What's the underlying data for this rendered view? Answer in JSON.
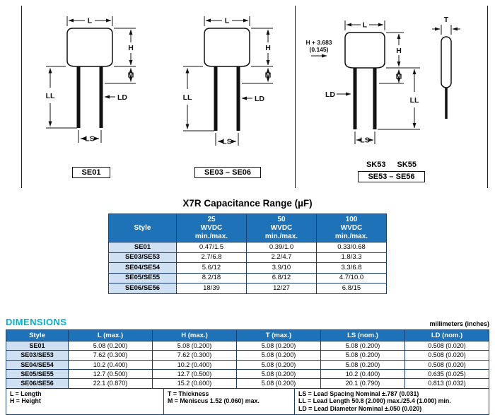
{
  "colors": {
    "header_blue": "#1d72b8",
    "row_blue": "#cfe0f2",
    "grid_navy": "#1b3e6f",
    "accent_cyan": "#00b0cf"
  },
  "diagrams": {
    "se01": {
      "caption": "SE01",
      "dim_l": "L",
      "dim_h": "H",
      "dim_m": "M",
      "dim_ll": "LL",
      "dim_ld": "LD",
      "dim_ls": "LS"
    },
    "se03_se06": {
      "caption": "SE03 – SE06",
      "dim_l": "L",
      "dim_h": "H",
      "dim_m": "M",
      "dim_ll": "LL",
      "dim_ld": "LD",
      "dim_ls": "LS"
    },
    "se53_se56": {
      "caption": "SE53 – SE56",
      "sub_caption_1": "SK53",
      "sub_caption_2": "SK55",
      "overall_height_line1": "H + 3.683",
      "overall_height_line2": "(0.145)",
      "dim_l": "L",
      "dim_t": "T",
      "dim_h": "H",
      "dim_m": "M",
      "dim_ll": "LL",
      "dim_ld": "LD",
      "dim_ls": "LS"
    }
  },
  "capacitance_table": {
    "title": "X7R Capacitance Range (µF)",
    "style_header": "Style",
    "columns": [
      {
        "voltage": "25",
        "unit": "WVDC",
        "range": "min./max."
      },
      {
        "voltage": "50",
        "unit": "WVDC",
        "range": "min./max."
      },
      {
        "voltage": "100",
        "unit": "WVDC",
        "range": "min./max."
      }
    ],
    "rows": [
      {
        "style": "SE01",
        "v25": "0.47/1.5",
        "v50": "0.39/1.0",
        "v100": "0.33/0.68"
      },
      {
        "style": "SE03/SE53",
        "v25": "2.7/6.8",
        "v50": "2.2/4.7",
        "v100": "1.8/3.3"
      },
      {
        "style": "SE04/SE54",
        "v25": "5.6/12",
        "v50": "3.9/10",
        "v100": "3.3/6.8"
      },
      {
        "style": "SE05/SE55",
        "v25": "8.2/18",
        "v50": "6.8/12",
        "v100": "4.7/10.0"
      },
      {
        "style": "SE06/SE56",
        "v25": "18/39",
        "v50": "12/27",
        "v100": "6.8/15"
      }
    ]
  },
  "dimensions_table": {
    "heading": "DIMENSIONS",
    "units": "millimeters (inches)",
    "columns": [
      "Style",
      "L (max.)",
      "H (max.)",
      "T (max.)",
      "LS (nom.)",
      "LD (nom.)"
    ],
    "rows": [
      {
        "style": "SE01",
        "l": "5.08 (0.200)",
        "h": "5.08 (0.200)",
        "t": "5.08 (0.200)",
        "ls": "5.08 (0.200)",
        "ld": "0.508 (0.020)"
      },
      {
        "style": "SE03/SE53",
        "l": "7.62 (0.300)",
        "h": "7.62 (0.300)",
        "t": "5.08 (0.200)",
        "ls": "5.08 (0.200)",
        "ld": "0.508 (0.020)"
      },
      {
        "style": "SE04/SE54",
        "l": "10.2 (0.400)",
        "h": "10.2 (0.400)",
        "t": "5.08 (0.200)",
        "ls": "5.08 (0.200)",
        "ld": "0.508 (0.020)"
      },
      {
        "style": "SE05/SE55",
        "l": "12.7 (0.500)",
        "h": "12.7 (0.500)",
        "t": "5.08 (0.200)",
        "ls": "10.2 (0.400)",
        "ld": "0.635 (0.025)"
      },
      {
        "style": "SE06/SE56",
        "l": "22.1 (0.870)",
        "h": "15.2 (0.600)",
        "t": "5.08 (0.200)",
        "ls": "20.1 (0.790)",
        "ld": "0.813 (0.032)"
      }
    ],
    "footnotes": {
      "col1": [
        "L = Length",
        "H = Height"
      ],
      "col2": [
        "T = Thickness",
        "M = Meniscus 1.52 (0.060) max."
      ],
      "col3": [
        "LS = Lead Spacing Nominal ±.787 (0.031)",
        "LL = Lead Length 50.8 (2.000) max./25.4 (1.000) min.",
        "LD = Lead Diameter Nominal ±.050 (0.020)"
      ]
    }
  }
}
